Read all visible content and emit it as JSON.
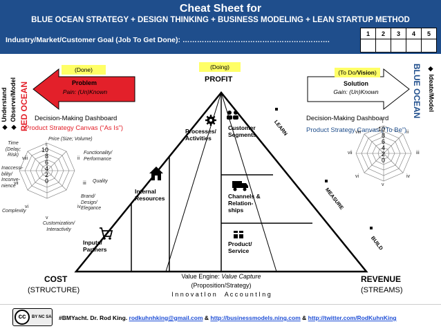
{
  "header": {
    "title": "Cheat Sheet for",
    "subtitle": "BLUE OCEAN STRATEGY + DESIGN THINKING + BUSINESS MODELING + LEAN STARTUP METHOD",
    "goal": "Industry/Market/Customer Goal (Job To Get Done): …………………………………………………….",
    "scale": [
      "1",
      "2",
      "3",
      "4",
      "5"
    ]
  },
  "left": {
    "side_text_1": "Understand",
    "side_text_2": "Observe/Model",
    "ocean": "RED OCEAN",
    "status": "(Done)",
    "problem_title": "Problem",
    "problem_sub": "Pain: (Un)Known",
    "dashboard": "Decision-Making Dashboard",
    "canvas": "Product Strategy Canvas (“As Is”)",
    "radar_labels": [
      "Price (Size; Volume)",
      "Functionality/ Performance",
      "Quality",
      "Brand/ Design/ Elegance",
      "Customization/ Interactivity",
      "Complexity",
      "Inaccessi- bility/ Inconve- nience",
      "Time (Delay; Risk)"
    ],
    "radar_numerals": [
      "i",
      "ii",
      "iii",
      "iv",
      "v",
      "vi",
      "vii",
      "viii"
    ],
    "radar_ticks": [
      "10",
      "8",
      "6",
      "4",
      "2",
      "0"
    ]
  },
  "center": {
    "status": "(Doing)",
    "profit": "PROFIT",
    "processes": "Processes/ Activities",
    "customer_segments": "Customer Segments",
    "internal_resources": "Internal Resources",
    "channels": "Channels & Relation- ships",
    "inputs_partners": "Inputs/ Partners",
    "product_service": "Product/ Service",
    "learn": "LEARN",
    "measure": "MEASURE",
    "build": "BUILD",
    "cost": "COST",
    "cost_sub": "(STRUCTURE)",
    "revenue": "REVENUE",
    "revenue_sub": "(STREAMS)",
    "engine_1": "Value Engine: ",
    "engine_1b": "Value Capture",
    "engine_2": "(Proposition/Strategy)",
    "engine_3": "I n n o v a t I o n     A c c o u n t I n g"
  },
  "right": {
    "side_text": "Ideate/Model",
    "ocean": "BLUE OCEAN",
    "status_a": "(To Do/",
    "status_b": "Vision",
    "status_c": ")",
    "solution_title": "Solution",
    "solution_sub": "Gain: (Un)Known",
    "dashboard": "Decision-Making Dashboard",
    "canvas": "Product Strategy Canvas (“To Be”)",
    "radar_numerals": [
      "i",
      "ii",
      "iii",
      "iv",
      "v",
      "vi",
      "vii",
      "viii"
    ],
    "radar_ticks": [
      "10",
      "8",
      "6",
      "4",
      "2",
      "0"
    ]
  },
  "footer": {
    "cc": "cc",
    "cc_text": "BY NC SA",
    "prefix": "#BMYacht. Dr. Rod King. ",
    "email": "rodkuhnhking@gmail.com",
    "amp1": " & ",
    "site": "http://businessmodels.ning.com",
    "amp2": " & ",
    "twitter": "http://twitter.com/RodKuhnKing"
  },
  "colors": {
    "header_blue": "#1f4e8c",
    "red_ocean": "#e3202a",
    "blue_ocean": "#1f4e8c",
    "highlight_yellow": "#ffff66"
  }
}
